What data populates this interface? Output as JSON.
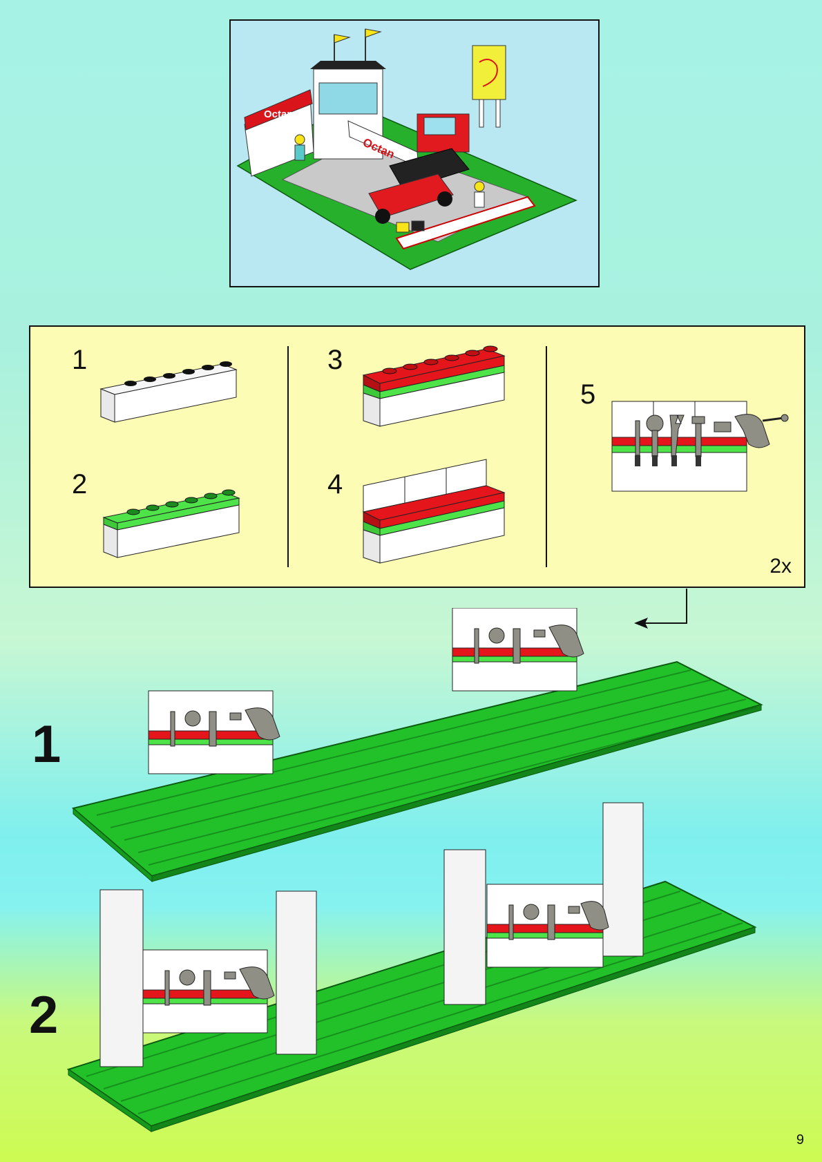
{
  "hero": {
    "sign_text": "Octan",
    "banner_text": "Octan"
  },
  "subassembly": {
    "steps": [
      {
        "number": "1",
        "icon": "white-brick-1x6-icon"
      },
      {
        "number": "2",
        "icon": "green-white-brick-icon"
      },
      {
        "number": "3",
        "icon": "red-tile-on-brick-icon"
      },
      {
        "number": "4",
        "icon": "white-panel-assembly-icon"
      },
      {
        "number": "5",
        "icon": "tool-rack-assembly-icon"
      }
    ],
    "multiplier": "2x"
  },
  "main_steps": [
    {
      "number": "1"
    },
    {
      "number": "2"
    }
  ],
  "page_number": "9",
  "colors": {
    "background_top": "#a6f3e6",
    "background_bottom": "#cdfb52",
    "panel": "#fdfcb4",
    "baseplate_green": "#22c12a",
    "brick_red": "#e4161c",
    "brick_green": "#4fe34a",
    "brick_white": "#ffffff",
    "tool_gray": "#8f8f85"
  }
}
